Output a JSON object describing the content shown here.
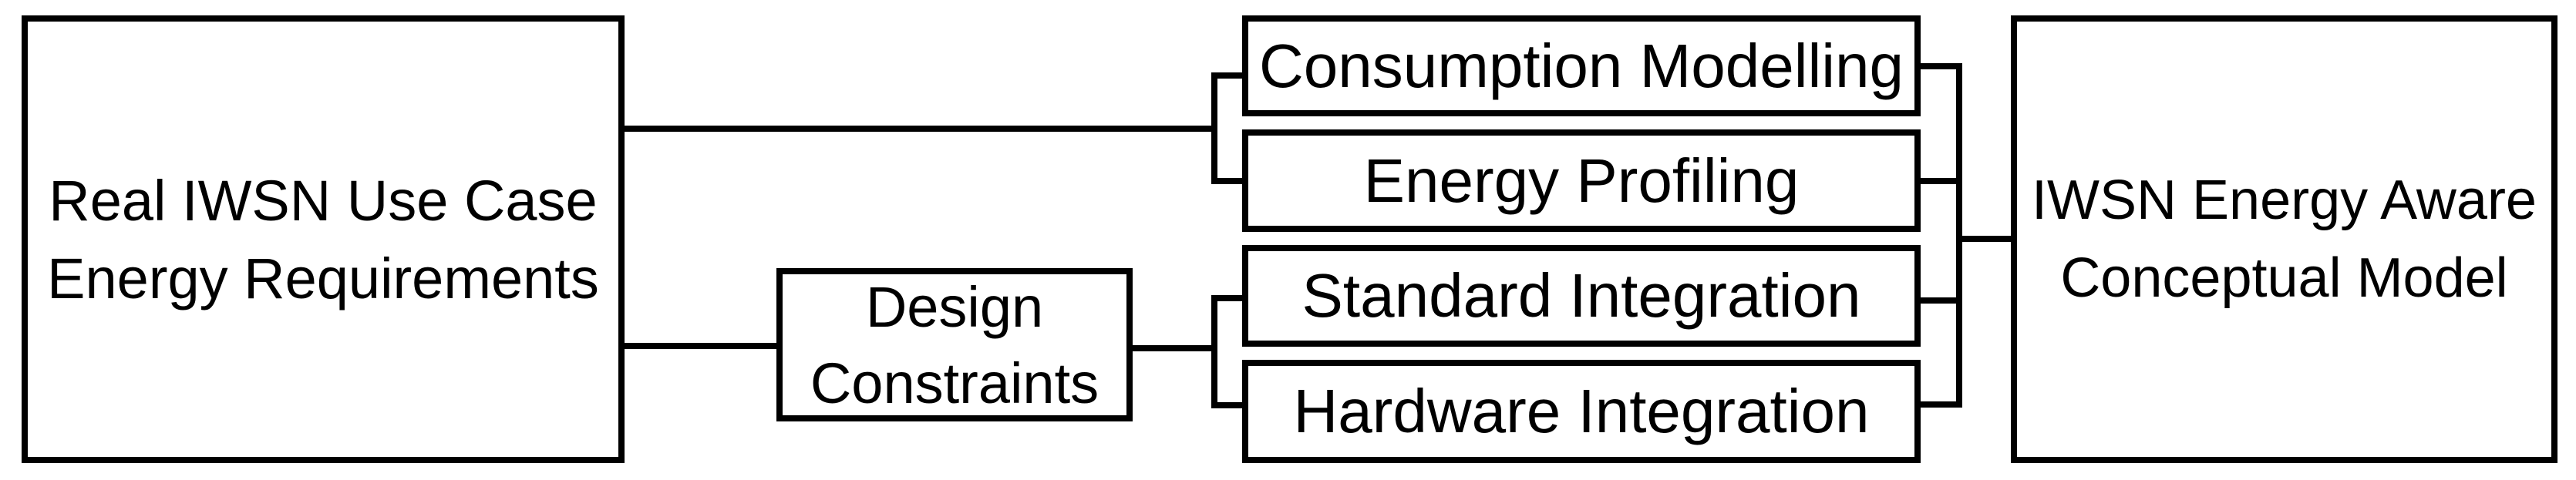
{
  "diagram": {
    "background_color": "#ffffff",
    "line_color": "#000000",
    "text_color": "#000000",
    "nodes": {
      "use_case": {
        "lines": [
          "Real IWSN Use Case",
          "Energy Requirements"
        ]
      },
      "design_constraints": {
        "lines": [
          "Design",
          "Constraints"
        ]
      },
      "consumption_modelling": {
        "label": "Consumption Modelling"
      },
      "energy_profiling": {
        "label": "Energy Profiling"
      },
      "standard_integration": {
        "label": "Standard Integration"
      },
      "hardware_integration": {
        "label": "Hardware Integration"
      },
      "conceptual_model": {
        "lines": [
          "IWSN Energy Aware",
          "Conceptual Model"
        ]
      }
    },
    "edges": [
      {
        "from": "use_case",
        "to": "consumption_modelling"
      },
      {
        "from": "use_case",
        "to": "energy_profiling"
      },
      {
        "from": "use_case",
        "to": "design_constraints"
      },
      {
        "from": "design_constraints",
        "to": "standard_integration"
      },
      {
        "from": "design_constraints",
        "to": "hardware_integration"
      },
      {
        "from": "consumption_modelling",
        "to": "conceptual_model"
      },
      {
        "from": "energy_profiling",
        "to": "conceptual_model"
      },
      {
        "from": "standard_integration",
        "to": "conceptual_model"
      },
      {
        "from": "hardware_integration",
        "to": "conceptual_model"
      }
    ]
  }
}
